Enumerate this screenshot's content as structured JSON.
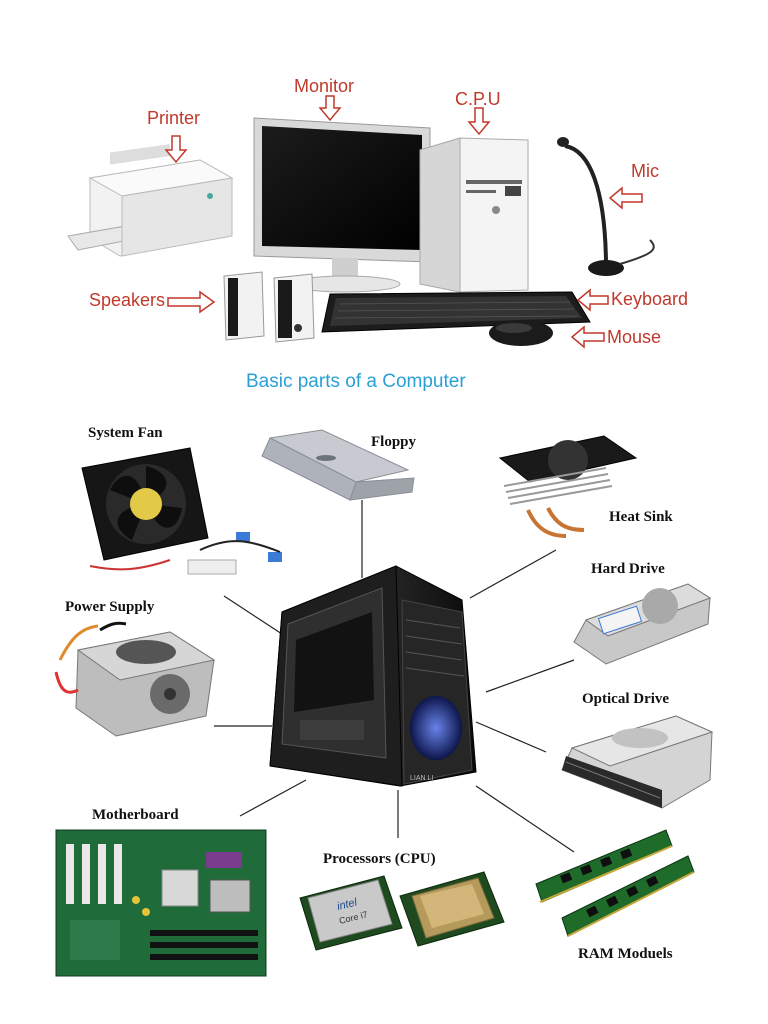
{
  "top_section": {
    "labels": {
      "monitor": "Monitor",
      "cpu": "C.P.U",
      "printer": "Printer",
      "mic": "Mic",
      "speakers": "Speakers",
      "keyboard": "Keyboard",
      "mouse": "Mouse"
    },
    "caption": "Basic parts of a Computer"
  },
  "bottom_section": {
    "labels": {
      "system_fan": "System Fan",
      "floppy": "Floppy",
      "heat_sink": "Heat Sink",
      "hard_drive": "Hard Drive",
      "power_supply": "Power Supply",
      "optical_drive": "Optical Drive",
      "motherboard": "Motherboard",
      "processors": "Processors (CPU)",
      "ram": "RAM Moduels"
    },
    "cpu_brand": "intel",
    "cpu_model": "Core i7",
    "case_badge": "LIAN LI"
  },
  "colors": {
    "label_red": "#c0392b",
    "caption_blue": "#2a9fd6",
    "case_accent_blue": "#3b6cff"
  }
}
